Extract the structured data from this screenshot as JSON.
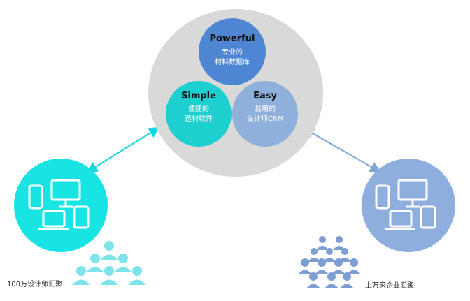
{
  "hub": {
    "powerful": {
      "title": "Powerful",
      "line1": "专业的",
      "line2": "材料数据库"
    },
    "simple": {
      "title": "Simple",
      "line1": "便捷的",
      "line2": "选材软件"
    },
    "easy": {
      "title": "Easy",
      "line1": "易用的",
      "line2": "设计师CRM"
    }
  },
  "left_group": {
    "caption": "100万设计师汇聚"
  },
  "right_group": {
    "caption": "上万家企业汇聚"
  },
  "colors": {
    "hub_bg": "#d9d9d9",
    "powerful": "#4f86d4",
    "simple": "#1ecfcf",
    "easy": "#8fb0da",
    "left": "#18e4e4",
    "right": "#8eaedd",
    "left_people": "#7fe3ec",
    "right_people": "#7f9ed4"
  },
  "icons": {
    "left_devices": "devices-icon",
    "right_devices": "devices-icon",
    "left_people": "people-pyramid-icon",
    "right_people": "business-people-icon"
  }
}
